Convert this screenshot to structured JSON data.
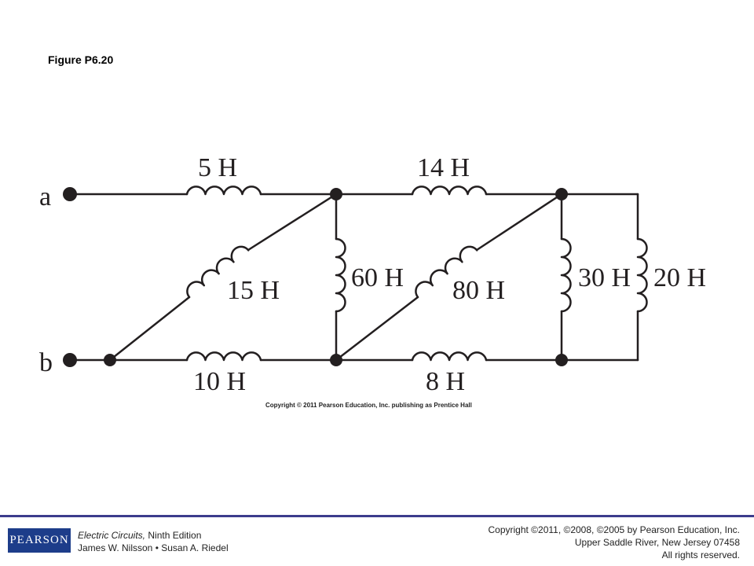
{
  "figure": {
    "title": "Figure P6.20",
    "copyright": "Copyright © 2011 Pearson Education, Inc. publishing as Prentice Hall"
  },
  "circuit": {
    "terminals": [
      "a",
      "b"
    ],
    "inductors": [
      {
        "id": "L5",
        "label": "5 H"
      },
      {
        "id": "L14",
        "label": "14 H"
      },
      {
        "id": "L15",
        "label": "15 H"
      },
      {
        "id": "L60",
        "label": "60 H"
      },
      {
        "id": "L80",
        "label": "80 H"
      },
      {
        "id": "L30",
        "label": "30 H"
      },
      {
        "id": "L20",
        "label": "20 H"
      },
      {
        "id": "L10",
        "label": "10 H"
      },
      {
        "id": "L8",
        "label": "8 H"
      }
    ]
  },
  "footer": {
    "logo": "PEARSON",
    "book_title": "Electric Circuits,",
    "edition": "Ninth Edition",
    "authors": "James W. Nilsson • Susan A. Riedel",
    "copyright_line1": "Copyright ©2011, ©2008, ©2005 by Pearson Education, Inc.",
    "copyright_line2": "Upper Saddle River, New Jersey 07458",
    "copyright_line3": "All rights reserved."
  },
  "colors": {
    "wire": "#231f20",
    "footer_rule": "#3c3c8c",
    "logo_bg": "#1d3d8a"
  }
}
